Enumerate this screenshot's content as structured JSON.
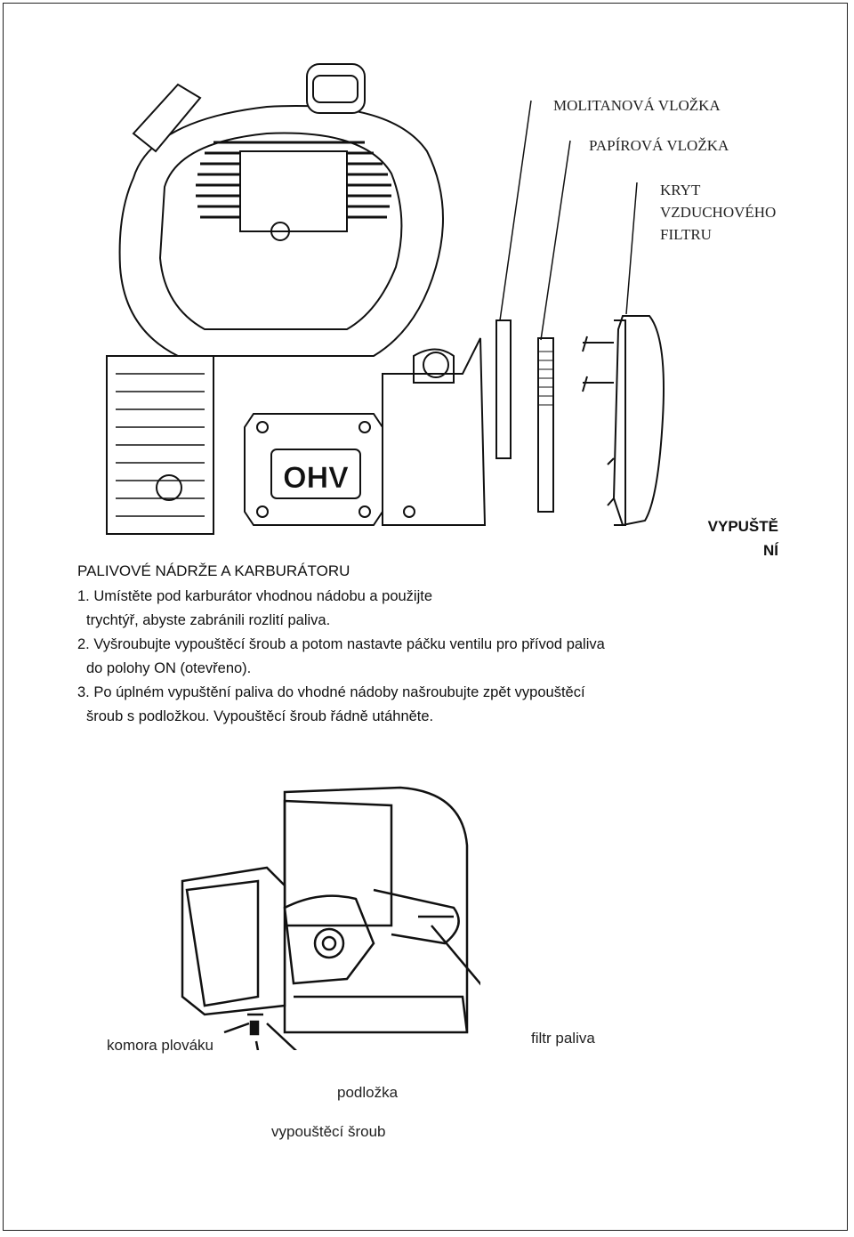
{
  "diagram1": {
    "labels": {
      "foam": "MOLITANOVÁ VLOŽKA",
      "paper": "PAPÍROVÁ VLOŽKA",
      "cover_line1": "KRYT",
      "cover_line2": "VZDUCHOVÉHO",
      "cover_line3": "FILTRU"
    },
    "engine_badge": "OHV"
  },
  "side_label": {
    "line1": "VYPUŠTĚ",
    "line2": "NÍ"
  },
  "section": {
    "title": "PALIVOVÉ NÁDRŽE A KARBURÁTORU",
    "steps": [
      {
        "line1": "1. Umístěte pod karburátor vhodnou nádobu a použijte",
        "line2": "trychtýř, abyste zabránili rozlití paliva."
      },
      {
        "line1": "2. Vyšroubujte vypouštěcí šroub a potom nastavte páčku ventilu pro přívod paliva",
        "line2": "do polohy ON (otevřeno)."
      },
      {
        "line1": "3. Po úplném vypuštění paliva do vhodné nádoby našroubujte zpět vypouštěcí",
        "line2": "šroub s podložkou. Vypouštěcí šroub řádně utáhněte."
      }
    ]
  },
  "diagram2": {
    "labels": {
      "float_chamber": "komora plováku",
      "fuel_filter": "filtr paliva",
      "washer": "podložka",
      "drain_screw": "vypouštěcí šroub"
    }
  }
}
